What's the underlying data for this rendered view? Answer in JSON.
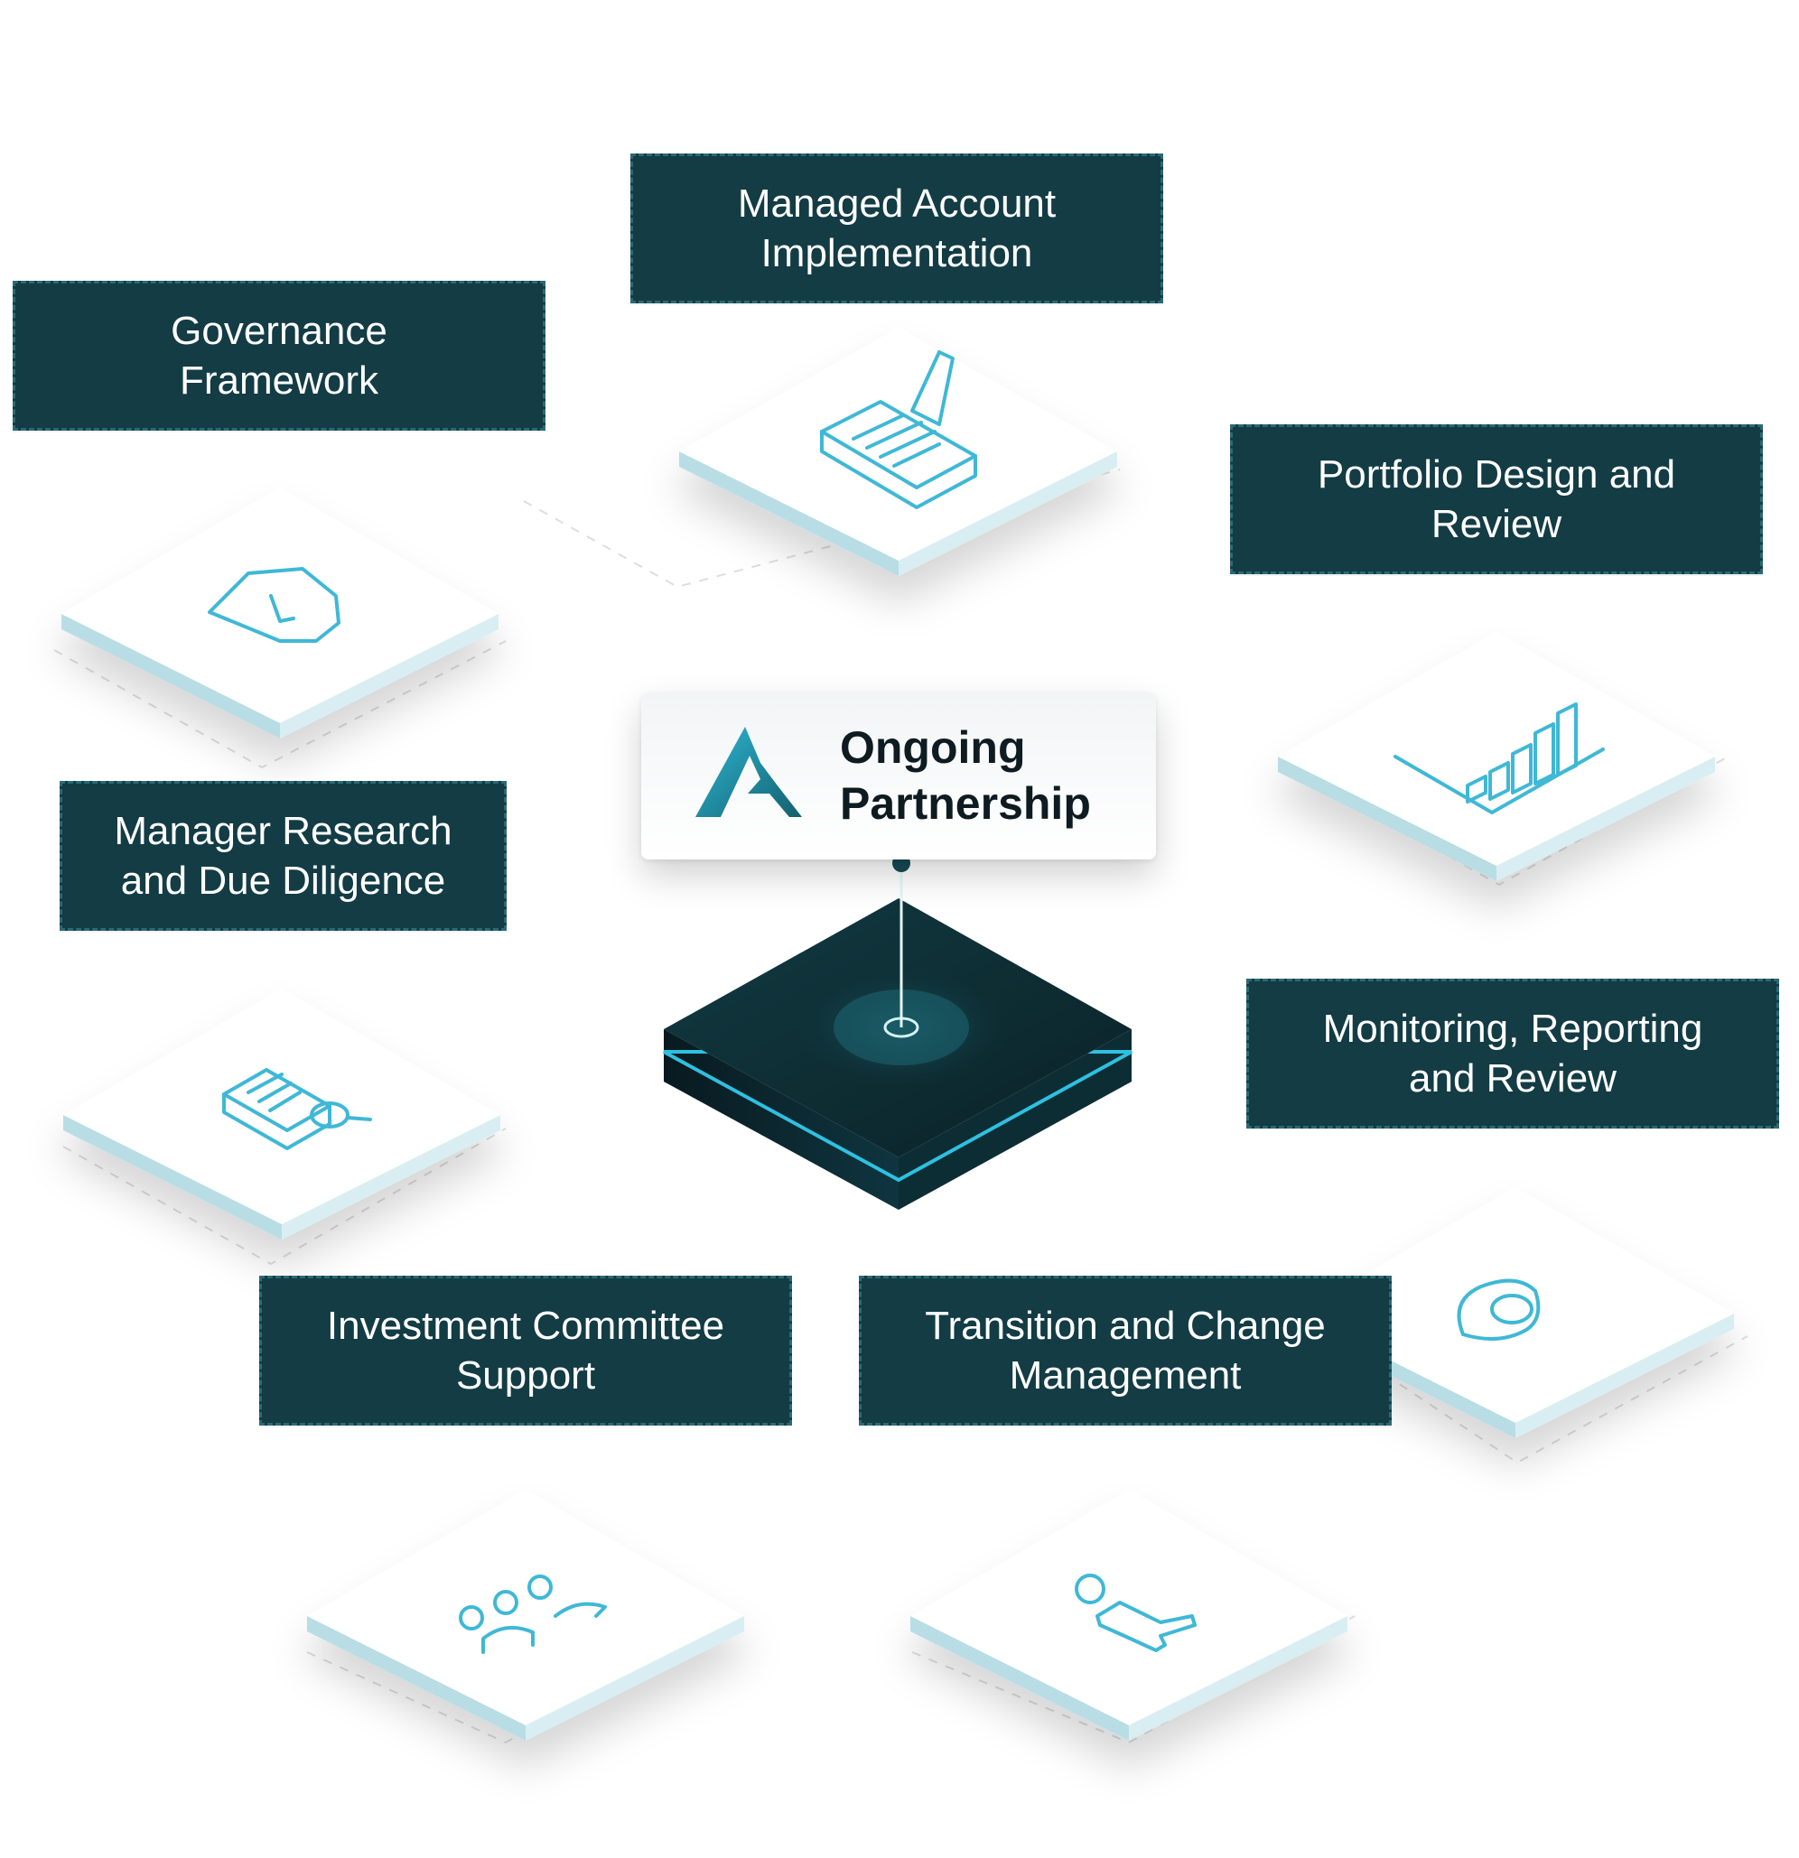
{
  "hub": {
    "line1": "Ongoing",
    "line2": "Partnership",
    "logo_icon": "mountain-logo-icon"
  },
  "colors": {
    "label_bg": "#133c45",
    "label_border": "#2b6a74",
    "icon_stroke": "#3fb8d6",
    "tile_top": "#ffffff",
    "tile_edge": "#cfe8ee",
    "hub_top": "#0e2e35",
    "hub_accent": "#2fc0e0"
  },
  "nodes": [
    {
      "id": "managed-account",
      "line1": "Managed Account",
      "line2": "Implementation",
      "icon": "document-pen-icon"
    },
    {
      "id": "governance",
      "line1": "Governance",
      "line2": "Framework",
      "icon": "shield-check-icon"
    },
    {
      "id": "portfolio",
      "line1": "Portfolio Design and",
      "line2": "Review",
      "icon": "bar-chart-icon"
    },
    {
      "id": "manager-research",
      "line1": "Manager Research",
      "line2": "and Due Diligence",
      "icon": "document-search-icon"
    },
    {
      "id": "monitoring",
      "line1": "Monitoring, Reporting",
      "line2": "and Review",
      "icon": "eye-icon"
    },
    {
      "id": "investment-committee",
      "line1": "Investment Committee",
      "line2": "Support",
      "icon": "people-group-icon"
    },
    {
      "id": "transition",
      "line1": "Transition and Change",
      "line2": "Management",
      "icon": "person-key-icon"
    }
  ]
}
